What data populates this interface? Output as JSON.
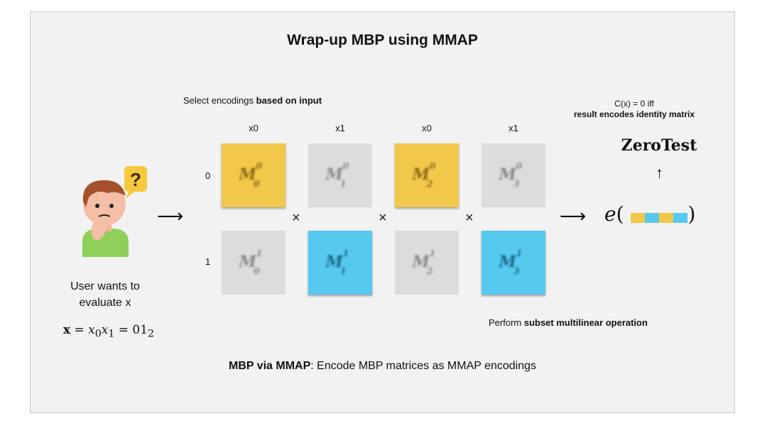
{
  "title": "Wrap-up MBP using MMAP",
  "select_caption": {
    "prefix": "Select encodings ",
    "bold": "based on input"
  },
  "columns": [
    "x0",
    "x1",
    "x0",
    "x1"
  ],
  "rows": [
    "0",
    "1"
  ],
  "matrices": [
    [
      {
        "sub": "0",
        "sup": "0",
        "selected": true,
        "color": "#f2c84b"
      },
      {
        "sub": "1",
        "sup": "0",
        "selected": false,
        "color": "#dcdcdc"
      },
      {
        "sub": "2",
        "sup": "0",
        "selected": true,
        "color": "#f2c84b"
      },
      {
        "sub": "3",
        "sup": "0",
        "selected": false,
        "color": "#dcdcdc"
      }
    ],
    [
      {
        "sub": "0",
        "sup": "1",
        "selected": false,
        "color": "#dcdcdc"
      },
      {
        "sub": "1",
        "sup": "1",
        "selected": true,
        "color": "#55c9ee"
      },
      {
        "sub": "2",
        "sup": "1",
        "selected": false,
        "color": "#dcdcdc"
      },
      {
        "sub": "3",
        "sup": "1",
        "selected": true,
        "color": "#55c9ee"
      }
    ]
  ],
  "matrix_symbol": "M",
  "times_symbol": "×",
  "arrow_symbol": "⟶",
  "up_arrow_symbol": "↑",
  "user_text": [
    "User wants to",
    "evaluate x"
  ],
  "formula": {
    "bold_x": "x",
    "eq": " = ",
    "x0": "x",
    "s0": "0",
    "x1": "x",
    "s1": "1",
    "eq2": " = 01",
    "base": "2"
  },
  "cx_caption": {
    "line1": "C(x) = 0 iff",
    "line2": "result encodes identity matrix"
  },
  "zerotest": "ZeroTest",
  "e_func": {
    "name": "e",
    "open": "(",
    "close": ")"
  },
  "bar_colors": [
    "#f2c84b",
    "#55c9ee",
    "#f2c84b",
    "#55c9ee"
  ],
  "perform_caption": {
    "prefix": "Perform ",
    "bold": "subset multilinear operation"
  },
  "footer": {
    "bold": "MBP via MMAP",
    "rest": ": Encode MBP matrices as MMAP encodings"
  }
}
